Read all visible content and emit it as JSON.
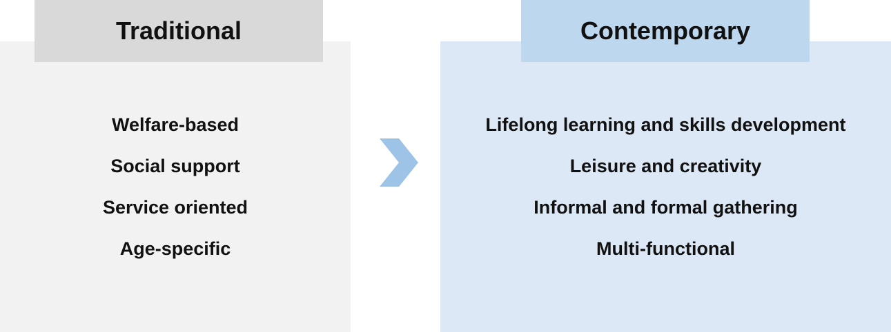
{
  "traditional": {
    "title": "Traditional",
    "items": [
      "Welfare-based",
      "Social support",
      "Service oriented",
      "Age-specific"
    ]
  },
  "contemporary": {
    "title": "Contemporary",
    "items": [
      "Lifelong learning and skills development",
      "Leisure and creativity",
      "Informal and formal gathering",
      "Multi-functional"
    ]
  },
  "colors": {
    "traditional_panel": "#f2f2f2",
    "traditional_header": "#d9d9d9",
    "contemporary_panel": "#dce8f5",
    "contemporary_header": "#bdd7ee",
    "arrow": "#9dc3e6"
  },
  "arrow_icon": "chevron-right-icon"
}
